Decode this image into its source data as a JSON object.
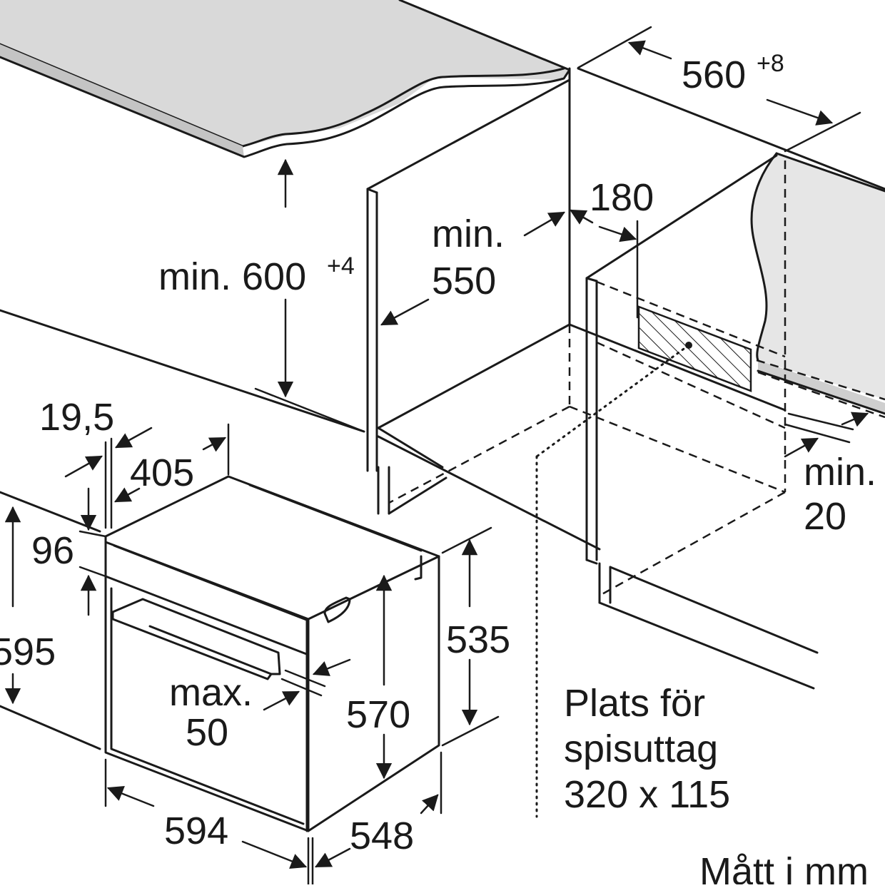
{
  "labels": {
    "width_cutout_value": "560",
    "width_cutout_tol": "+8",
    "height_cutout_value": "min. 600",
    "height_cutout_tol": "+4",
    "depth_cutout_line1": "min.",
    "depth_cutout_line2": "550",
    "socket_offset": "180",
    "back_gap_line1": "min.",
    "back_gap_line2": "20",
    "panel_thickness": "19,5",
    "depth_405": "405",
    "top_96": "96",
    "height_595": "595",
    "height_535": "535",
    "height_570": "570",
    "handle_line1": "max.",
    "handle_line2": "50",
    "width_594": "594",
    "depth_548": "548",
    "socket_line1": "Plats för",
    "socket_line2": "spisuttag",
    "socket_line3": "320 x 115",
    "units_note": "Mått i mm"
  },
  "colors": {
    "countertop_top": "#d9d9d9",
    "countertop_edge": "#c4c4c4",
    "wall": "#e6e6e6",
    "line": "#1a1a1a",
    "background": "#ffffff"
  }
}
